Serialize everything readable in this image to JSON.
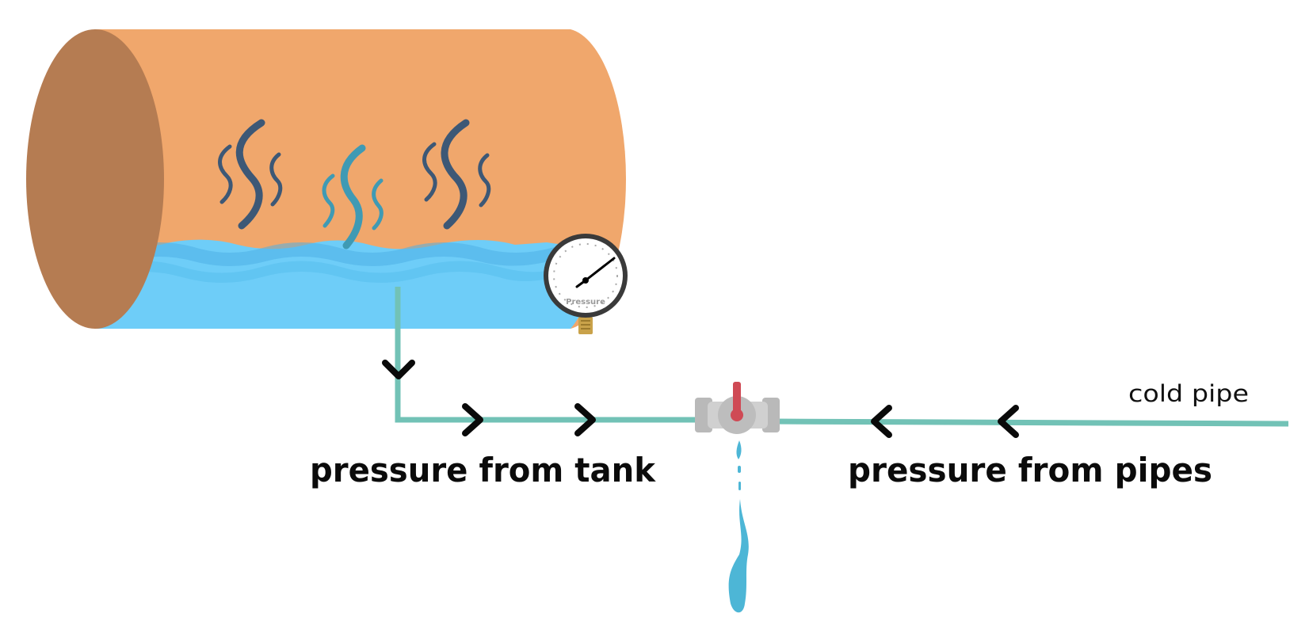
{
  "labels": {
    "tank_pressure": "pressure from tank",
    "pipe_pressure": "pressure from pipes",
    "cold_pipe": "cold pipe",
    "gauge": "Pressure"
  },
  "icons": {
    "tank": "water-heater-tank-icon",
    "steam": "steam-icon",
    "gauge": "pressure-gauge-icon",
    "valve": "relief-valve-icon",
    "drip": "water-drip-icon",
    "arrow": "chevron-arrow-icon"
  },
  "colors": {
    "tank_body": "#f0a76c",
    "tank_end": "#b57c52",
    "water": "#6ecdf8",
    "water_wave": "#4fb1e6",
    "pipe": "#72c2b6",
    "steam_dark": "#3d5876",
    "steam_teal": "#3f9ab4",
    "valve_handle": "#cf4a55",
    "valve_body": "#c4c4c4",
    "drip": "#4db6d6",
    "arrow": "#0a0a0a"
  }
}
